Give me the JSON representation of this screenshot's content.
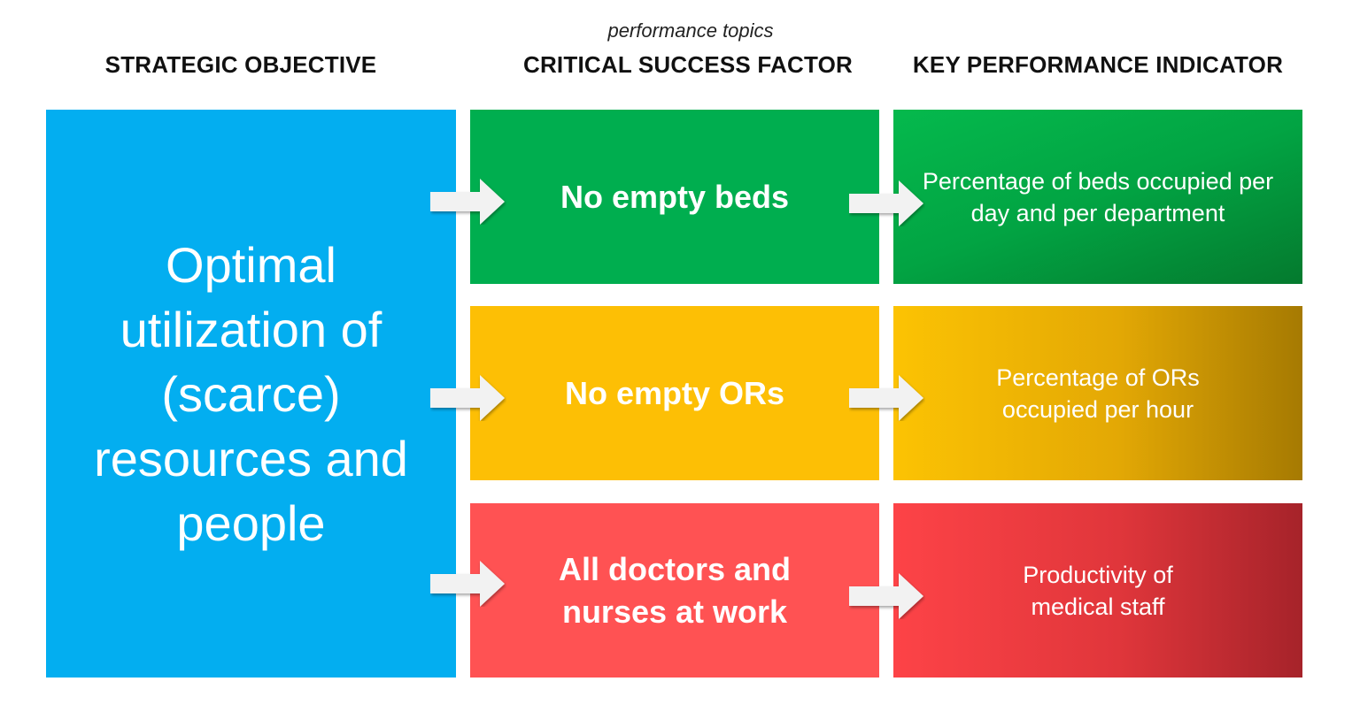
{
  "subtitle": "performance topics",
  "headers": {
    "strategic_objective": "STRATEGIC OBJECTIVE",
    "critical_success_factor": "CRITICAL SUCCESS FACTOR",
    "key_performance_indicator": "KEY PERFORMANCE INDICATOR"
  },
  "objective": {
    "text": "Optimal utilization of (scarce) resources and people",
    "color": "#03aef0"
  },
  "rows": [
    {
      "csf": "No empty beds",
      "kpi": "Percentage of beds occupied per day and per department",
      "color": "#00ae4f"
    },
    {
      "csf": "No empty ORs",
      "kpi": "Percentage of ORs occupied per hour",
      "color": "#fdbf05"
    },
    {
      "csf": "All doctors and nurses at work",
      "kpi": "Productivity of medical staff",
      "color": "#ff5253"
    }
  ],
  "icons": {
    "arrow": "right-arrow-icon"
  }
}
